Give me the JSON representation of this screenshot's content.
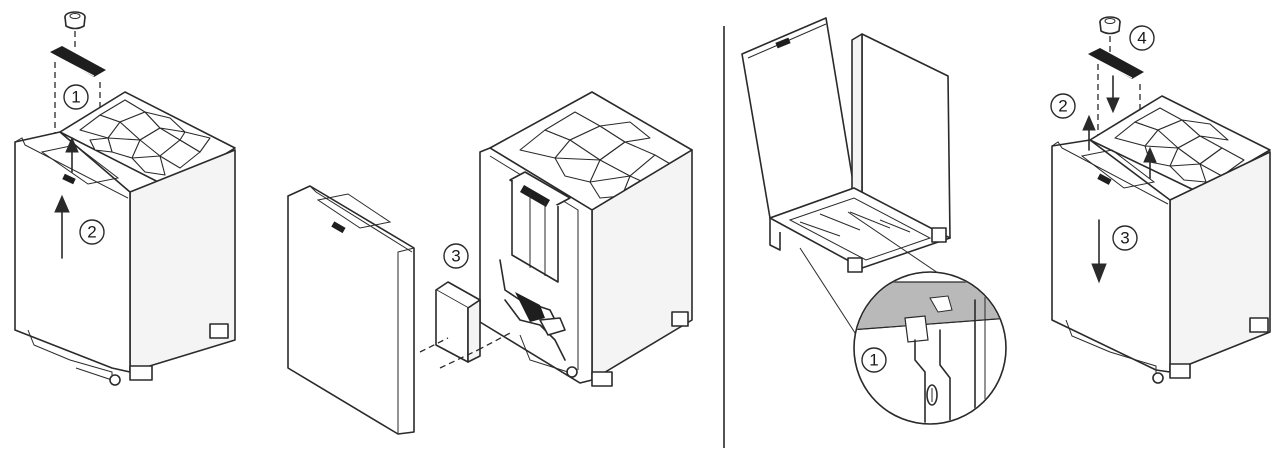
{
  "callouts": {
    "fig1_step1": "1",
    "fig1_step2": "2",
    "fig2_step3": "3",
    "fig3_step1": "1",
    "fig4_step2": "2",
    "fig4_step3": "3",
    "fig4_step4": "4"
  },
  "colors": {
    "line": "#2a2a2a",
    "background": "#ffffff",
    "dark_part": "#1e1e1e",
    "grey_part": "#b9b9b9"
  }
}
